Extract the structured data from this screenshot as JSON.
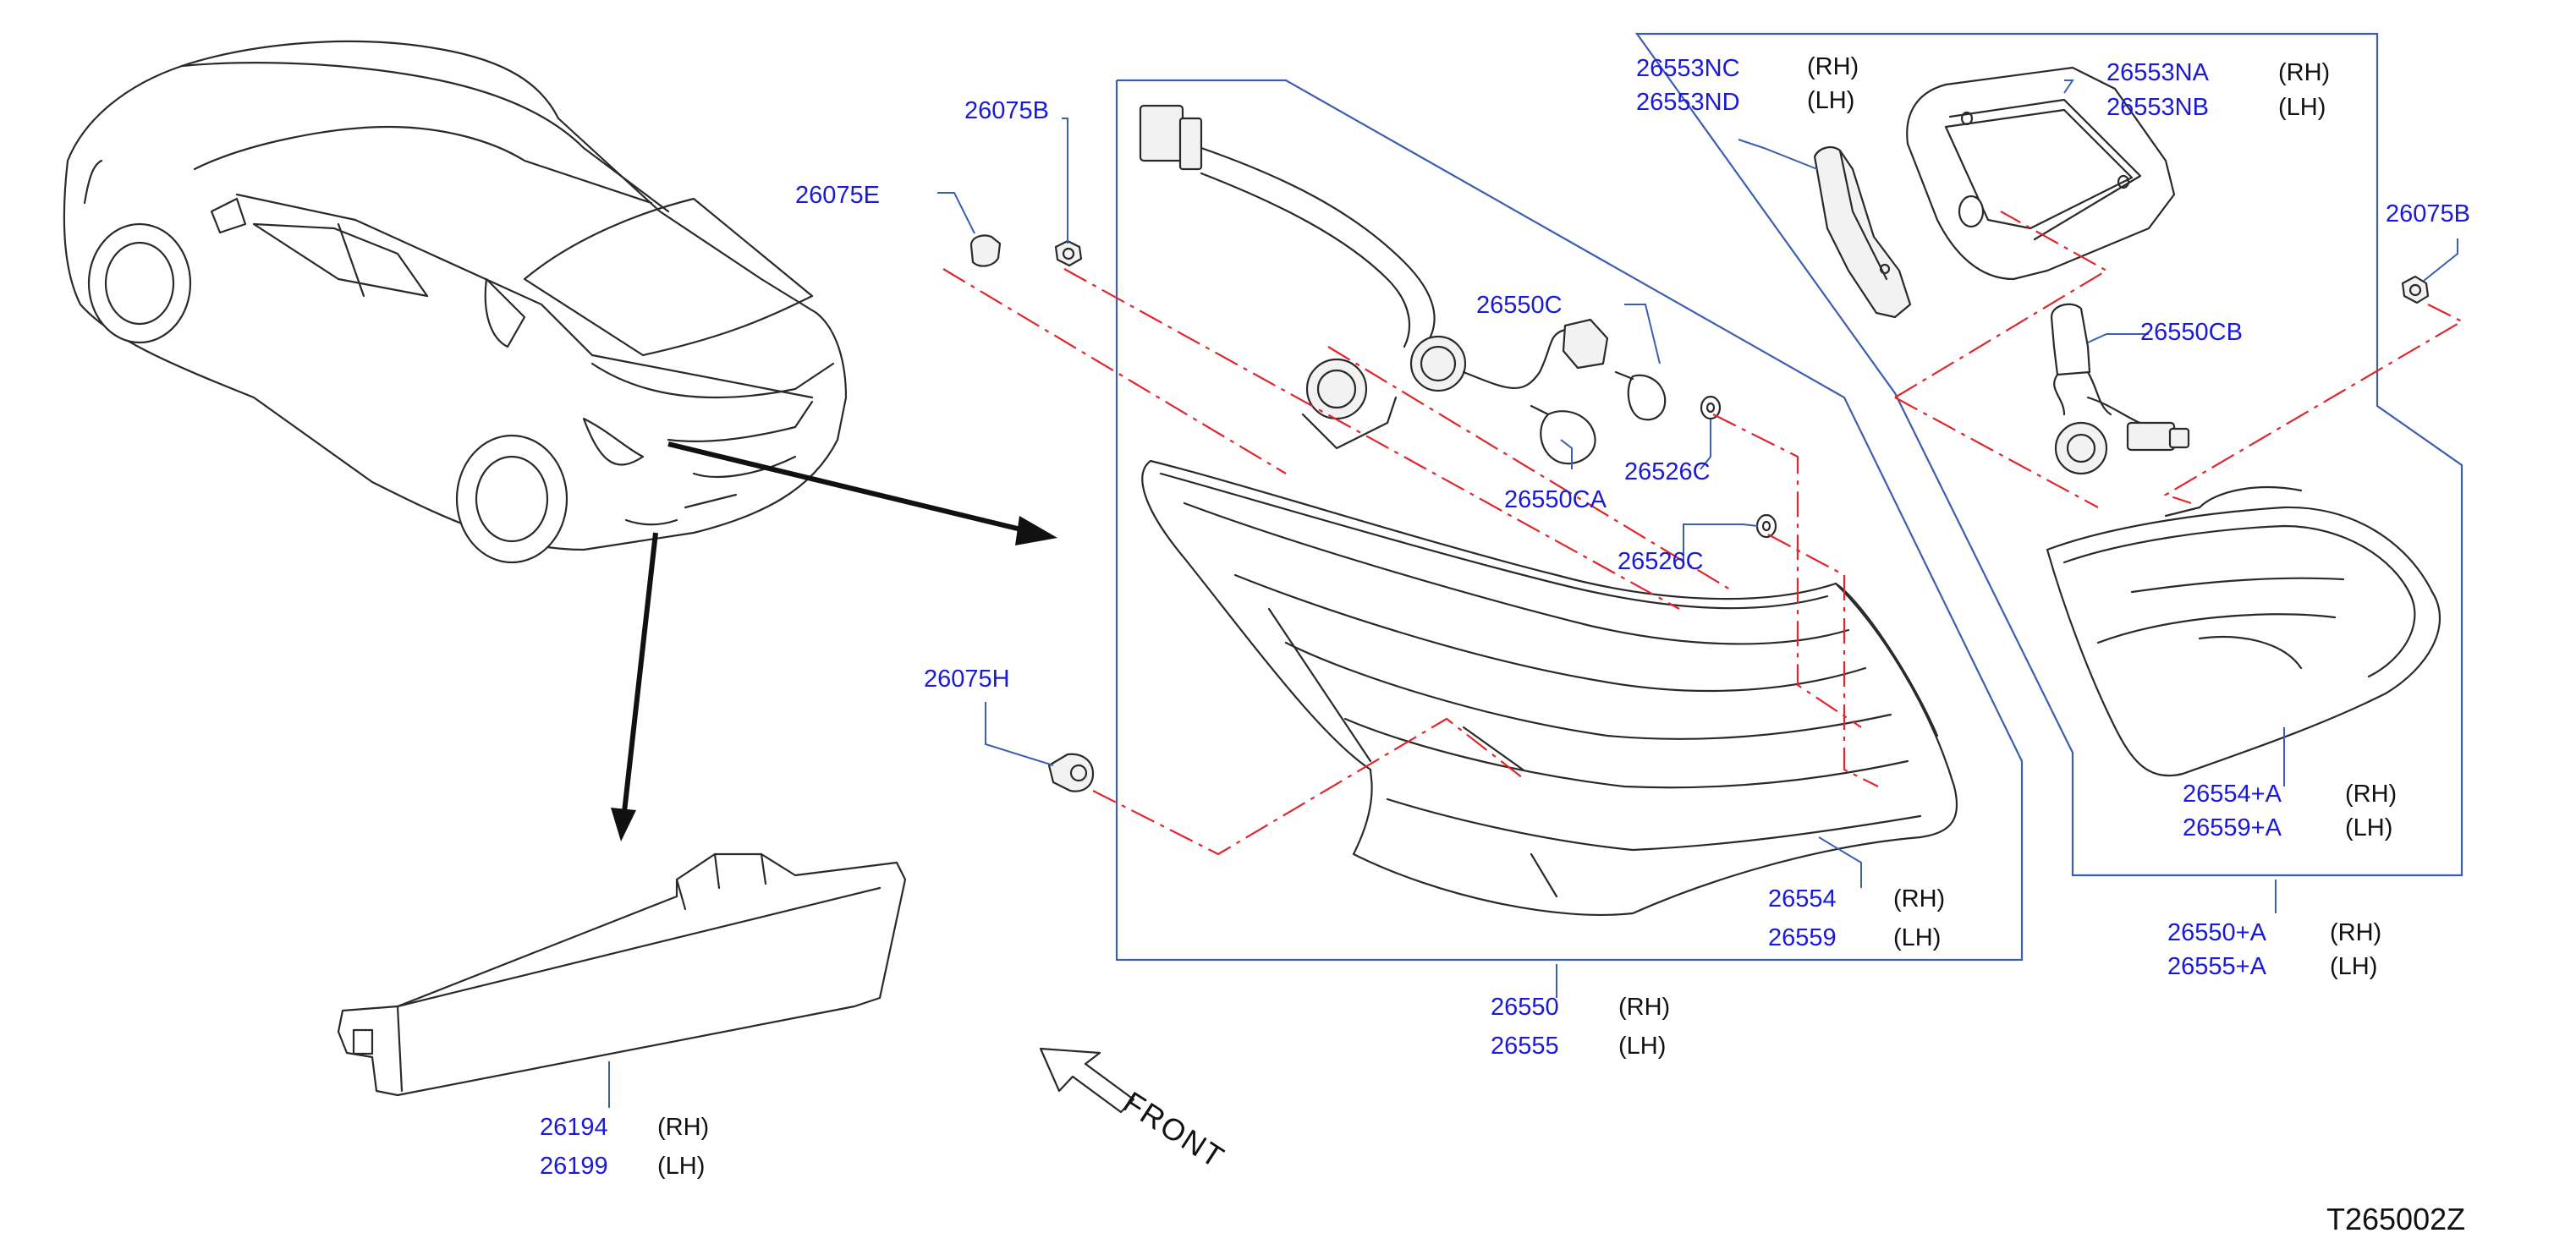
{
  "diagram_code": "T265002Z",
  "front_label": "FRONT",
  "colors": {
    "part_number": "#1a1ad6",
    "leader": "#3a5fb0",
    "dash_chain": "#e0262c",
    "drawing": "#2a2a2a"
  },
  "callouts": {
    "c26075E": "26075E",
    "c26075B_left": "26075B",
    "c26075B_right": "26075B",
    "c26075H": "26075H",
    "c26550C": "26550C",
    "c26550CA": "26550CA",
    "c26526C_upper": "26526C",
    "c26526C_lower": "26526C",
    "c26550CB": "26550CB",
    "c26553NC": "26553NC",
    "c26553ND": "26553ND",
    "c26553NA": "26553NA",
    "c26553NB": "26553NB",
    "c26554": "26554",
    "c26559": "26559",
    "c26550": "26550",
    "c26555": "26555",
    "c26554A": "26554+A",
    "c26559A": "26559+A",
    "c26550A": "26550+A",
    "c26555A": "26555+A",
    "c26194": "26194",
    "c26199": "26199"
  },
  "sides": {
    "rh": "(RH)",
    "lh": "(LH)"
  }
}
